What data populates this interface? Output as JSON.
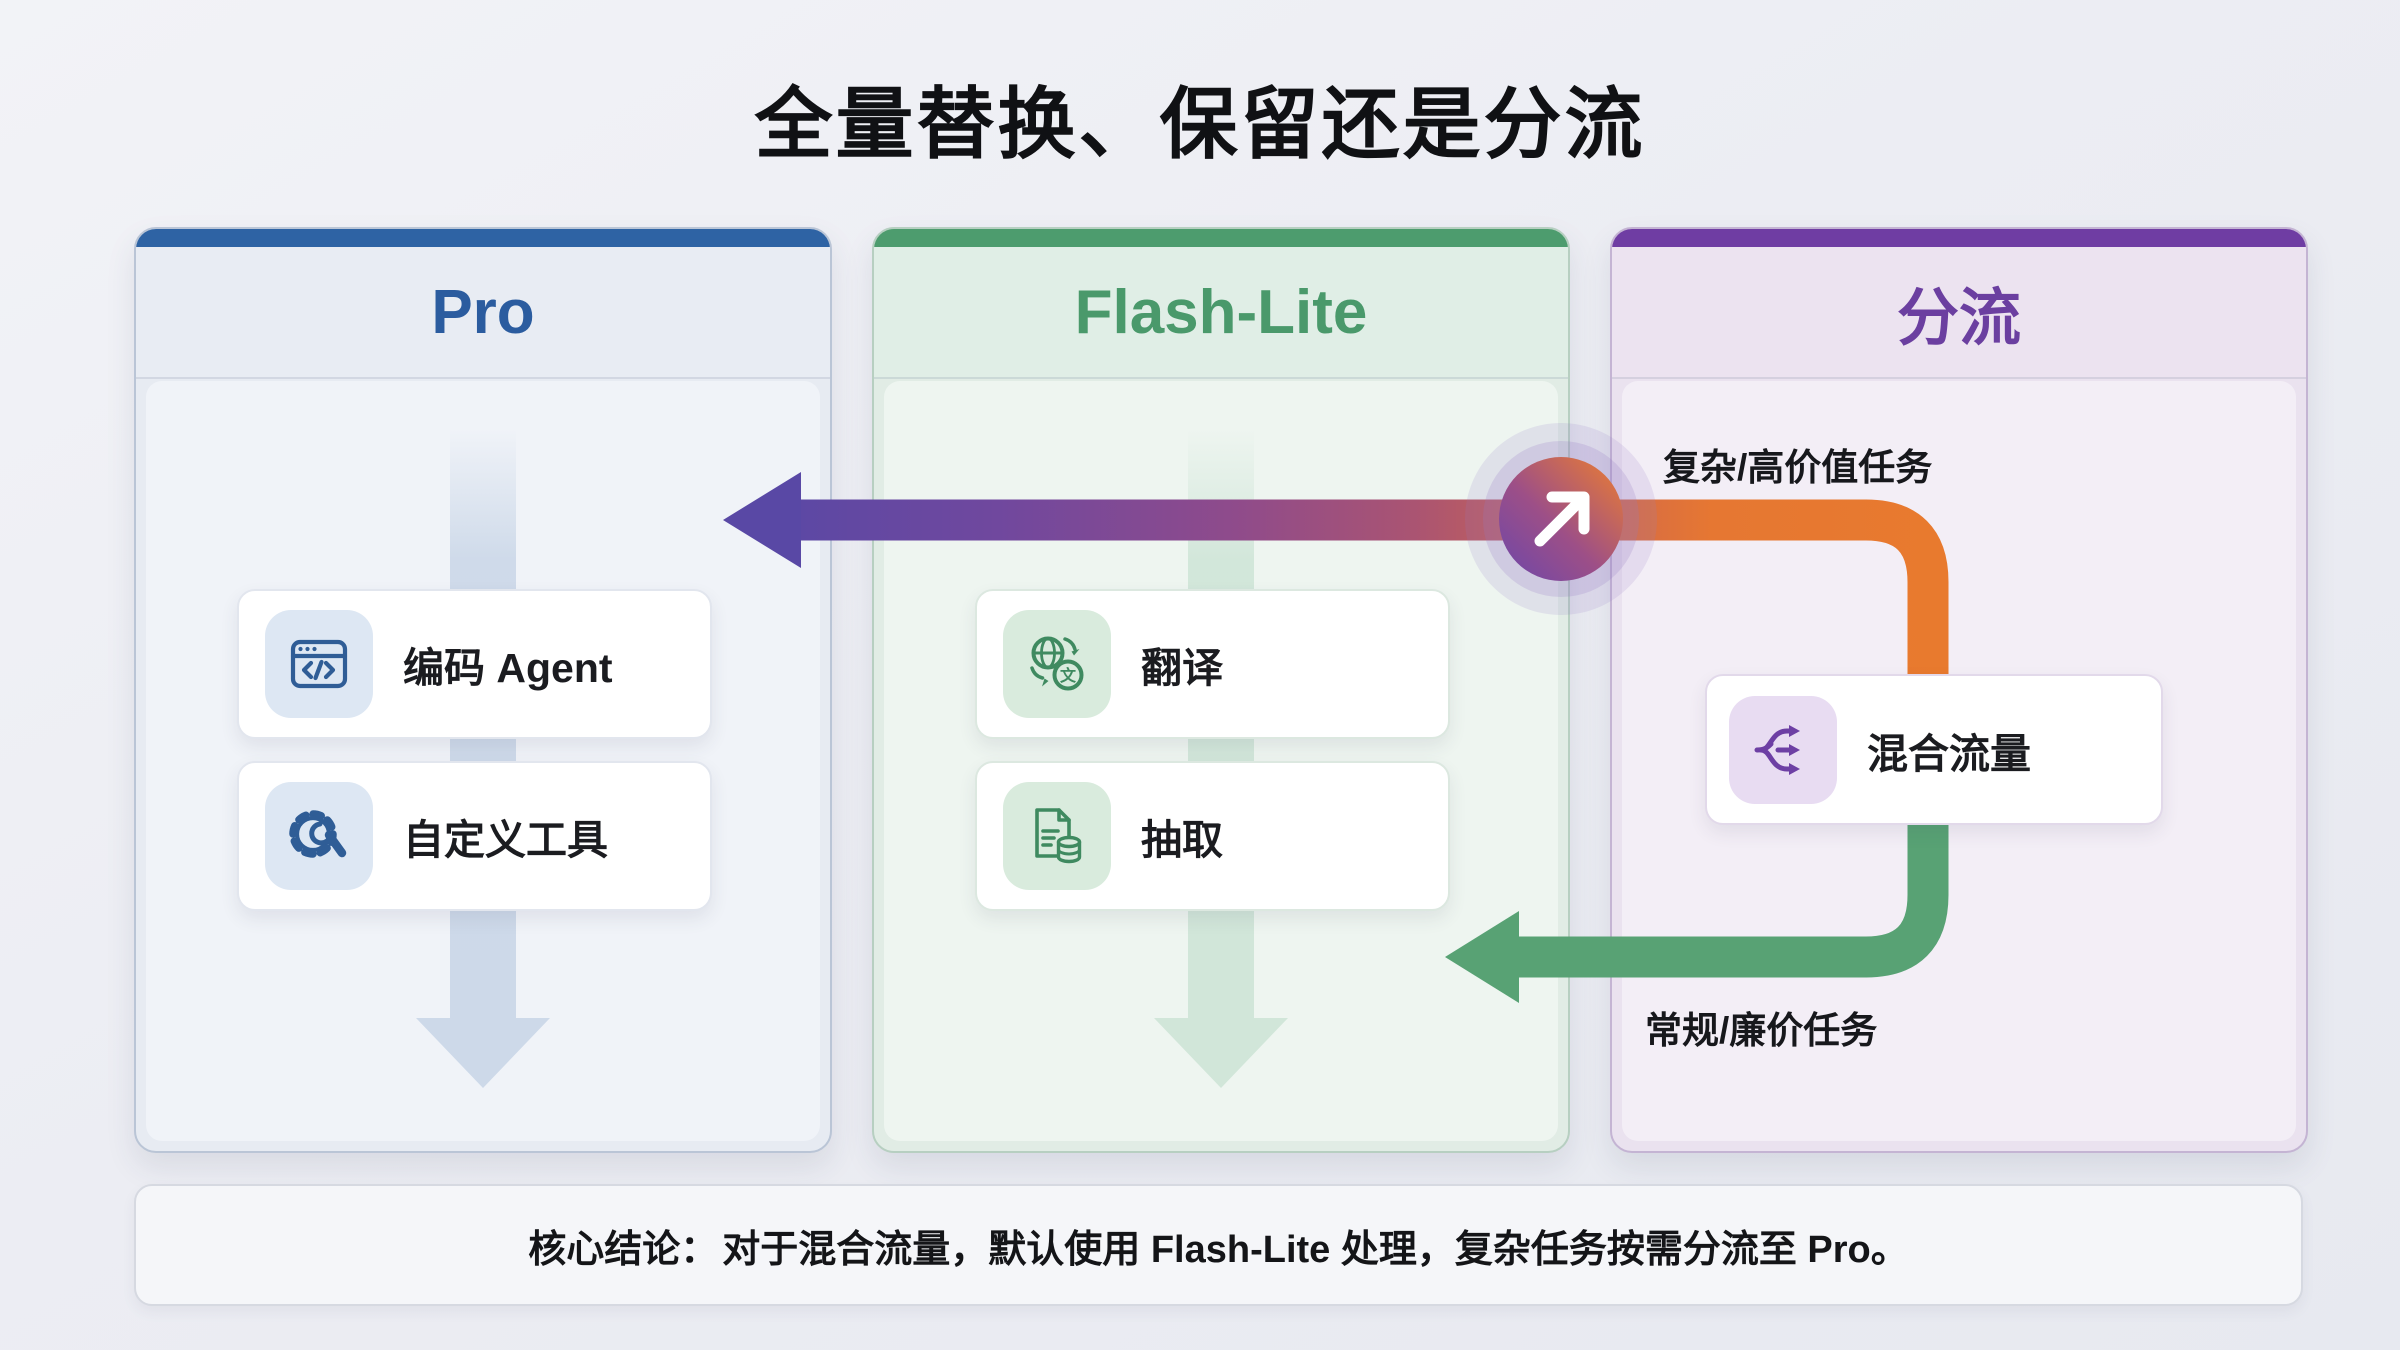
{
  "title": "全量替换、保留还是分流",
  "columns": [
    {
      "id": "pro",
      "label": "Pro",
      "accent_color": "#2e63a4",
      "items": [
        {
          "label": "编码 Agent",
          "icon": "code-window-icon"
        },
        {
          "label": "自定义工具",
          "icon": "gear-wrench-icon"
        }
      ]
    },
    {
      "id": "flash-lite",
      "label": "Flash-Lite",
      "accent_color": "#4d9c6e",
      "items": [
        {
          "label": "翻译",
          "icon": "translate-globe-icon"
        },
        {
          "label": "抽取",
          "icon": "document-database-icon"
        }
      ]
    },
    {
      "id": "split",
      "label": "分流",
      "accent_color": "#6f3da3",
      "items": [
        {
          "label": "混合流量",
          "icon": "shuffle-split-icon"
        }
      ]
    }
  ],
  "flows": [
    {
      "label": "复杂/高价值任务",
      "target": "Pro",
      "color": "#e8782f → #5948a5"
    },
    {
      "label": "常规/廉价任务",
      "target": "Flash-Lite",
      "color": "#58a274"
    }
  ],
  "junction": {
    "icon": "diagonal-up-right-arrow",
    "gradient": [
      "#6b46ab",
      "#ee7f2e"
    ]
  },
  "conclusion": {
    "label": "核心结论：",
    "text": "对于混合流量，默认使用 Flash-Lite 处理，复杂任务按需分流至 Pro。"
  },
  "colors": {
    "background": "#eceef4",
    "pro_accent": "#2b5c9f",
    "flash_accent": "#4a996b",
    "split_accent": "#6b3fa0",
    "flow_orange": "#e8782f",
    "flow_purple": "#5948a5",
    "flow_green": "#58a274"
  }
}
